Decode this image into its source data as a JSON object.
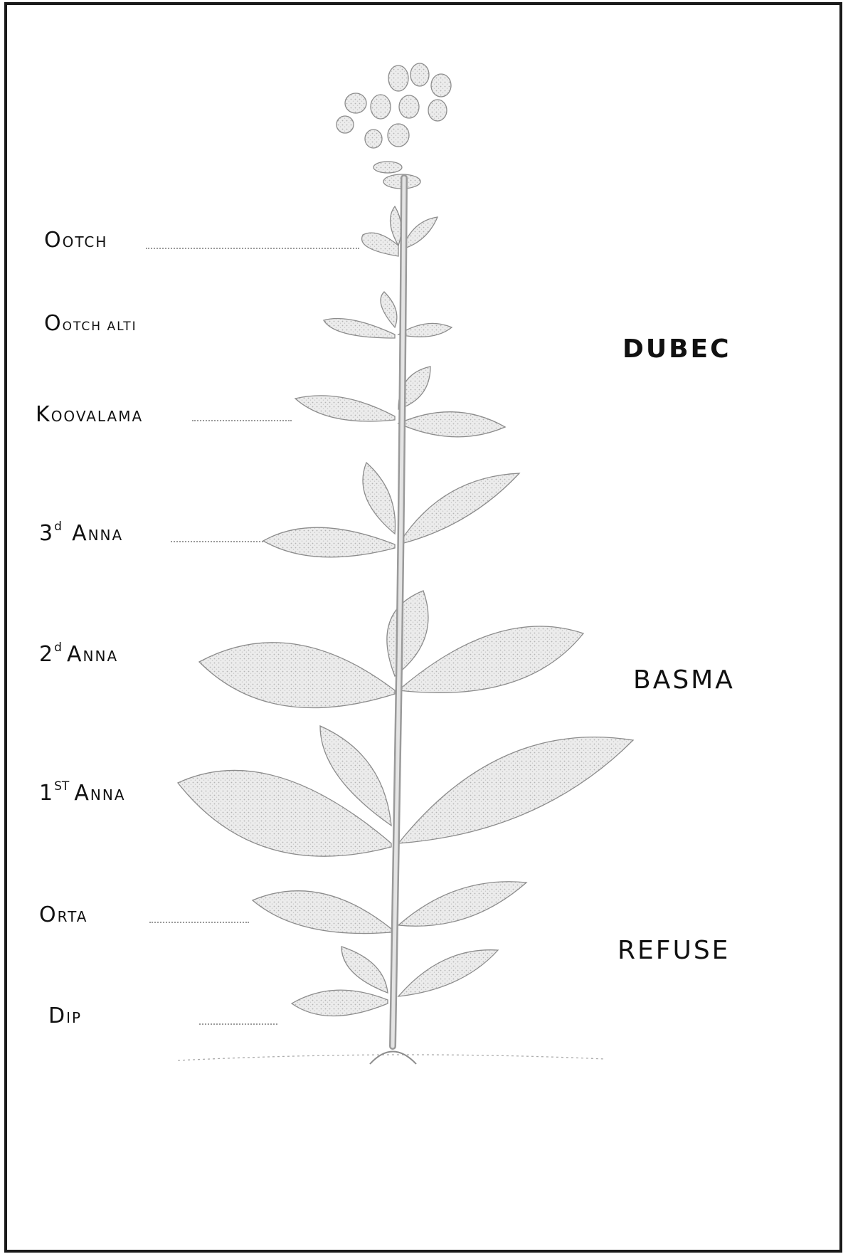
{
  "leaf_labels": [
    {
      "first": "O",
      "rest": "otch",
      "sup": ""
    },
    {
      "first": "O",
      "rest": "otch alti",
      "sup": ""
    },
    {
      "first": "K",
      "rest": "oovalama",
      "sup": ""
    },
    {
      "first": "3",
      "sup": "d",
      "rest2": "A",
      "rest": "nna"
    },
    {
      "first": "2",
      "sup": "d",
      "rest2": "A",
      "rest": "nna"
    },
    {
      "first": "1",
      "sup": "ST",
      "rest2": "A",
      "rest": "nna"
    },
    {
      "first": "O",
      "rest": "rta",
      "sup": ""
    },
    {
      "first": "D",
      "rest": "ip",
      "sup": ""
    }
  ],
  "grades": {
    "dubec": "DUBEC",
    "basma": "BASMA",
    "refuse": "REFUSE"
  },
  "colors": {
    "border": "#1a1a1a",
    "leaf_fill": "#d9d9d9",
    "leaf_stroke": "#8c8c8c",
    "text": "#111111"
  }
}
